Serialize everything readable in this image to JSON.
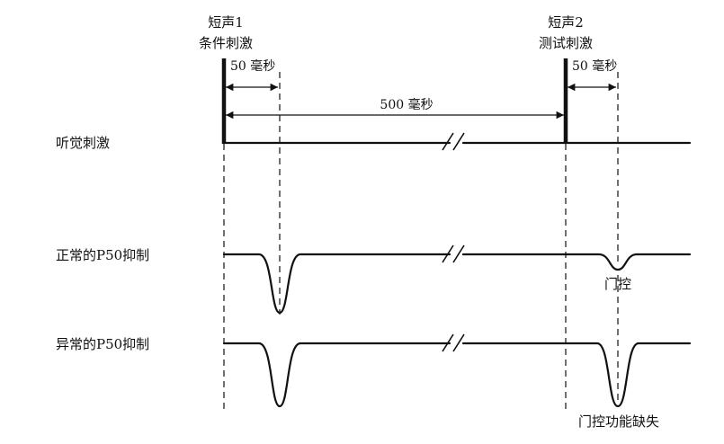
{
  "stimuli": {
    "click1": {
      "line1": "短声1",
      "line2": "条件刺激"
    },
    "click2": {
      "line1": "短声2",
      "line2": "测试刺激"
    }
  },
  "intervals": {
    "gap1": "50 毫秒",
    "gap2": "50 毫秒",
    "interstimulus": "500 毫秒"
  },
  "rows": {
    "auditory": "听觉刺激",
    "normal": "正常的P50抑制",
    "abnormal": "异常的P50抑制"
  },
  "annotations": {
    "gating": "门控",
    "gating_deficit": "门控功能缺失"
  }
}
